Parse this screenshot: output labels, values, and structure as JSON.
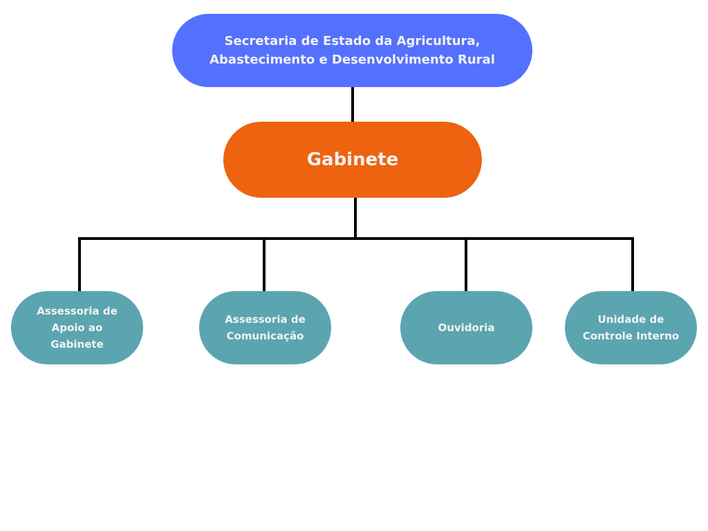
{
  "colors": {
    "root": "#5470ff",
    "gabinete": "#ed6310",
    "child": "#5ba5b0",
    "connector": "#000000",
    "label_text": "#f3f3f3"
  },
  "org_chart": {
    "root": {
      "label": "Secretaria de Estado da Agricultura,\nAbastecimento e Desenvolvimento Rural"
    },
    "gabinete": {
      "label": "Gabinete"
    },
    "children": [
      {
        "label": "Assessoria de\nApoio ao\nGabinete"
      },
      {
        "label": "Assessoria de\nComunicação"
      },
      {
        "label": "Ouvidoria"
      },
      {
        "label": "Unidade de\nControle Interno"
      }
    ]
  }
}
